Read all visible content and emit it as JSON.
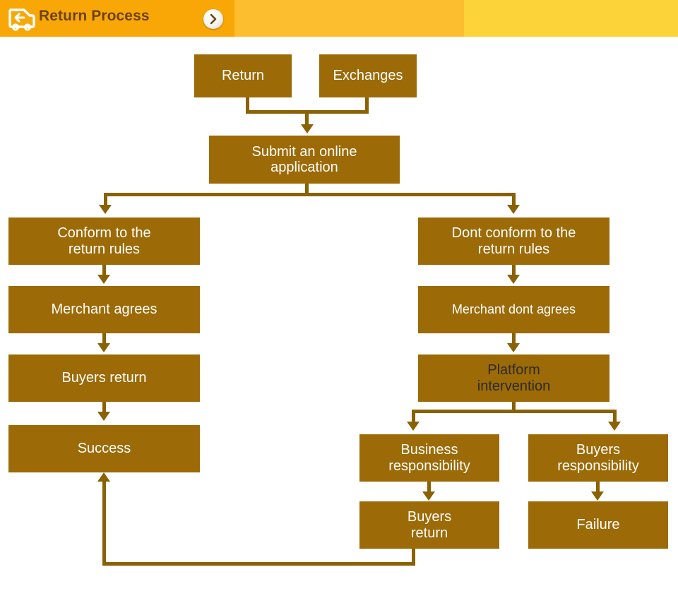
{
  "header": {
    "title": "Return Process",
    "icon": "return-truck-icon",
    "next_button_icon": "chevron-right-icon",
    "bands": [
      "#F9A707",
      "#FCBE2E",
      "#FCD338"
    ],
    "title_color": "#6B4411"
  },
  "theme": {
    "node_fill": "#9C6A06",
    "node_text": "#FFFFFF",
    "node_text_alt": "#2B2B22",
    "connector": "#8A6105",
    "background": "#FFFFFF"
  },
  "diagram": {
    "type": "flowchart",
    "title": "Return Process",
    "nodes": [
      {
        "id": "return",
        "label": "Return"
      },
      {
        "id": "exchanges",
        "label": "Exchanges"
      },
      {
        "id": "submit",
        "label": "Submit an online\napplication"
      },
      {
        "id": "conform",
        "label": "Conform to the\nreturn rules"
      },
      {
        "id": "merchant_ok",
        "label": "Merchant agrees"
      },
      {
        "id": "buyers_ret_l",
        "label": "Buyers return"
      },
      {
        "id": "success",
        "label": "Success"
      },
      {
        "id": "not_conform",
        "label": "Dont conform to the\nreturn rules"
      },
      {
        "id": "merchant_no",
        "label": "Merchant dont agrees"
      },
      {
        "id": "platform",
        "label": "Platform\nintervention"
      },
      {
        "id": "biz_resp",
        "label": "Business\nresponsibility"
      },
      {
        "id": "buyer_resp",
        "label": "Buyers\nresponsibility"
      },
      {
        "id": "buyers_ret_r",
        "label": "Buyers\nreturn"
      },
      {
        "id": "failure",
        "label": "Failure"
      }
    ],
    "edges": [
      {
        "from": "return",
        "to": "submit"
      },
      {
        "from": "exchanges",
        "to": "submit"
      },
      {
        "from": "submit",
        "to": "conform"
      },
      {
        "from": "submit",
        "to": "not_conform"
      },
      {
        "from": "conform",
        "to": "merchant_ok"
      },
      {
        "from": "merchant_ok",
        "to": "buyers_ret_l"
      },
      {
        "from": "buyers_ret_l",
        "to": "success"
      },
      {
        "from": "not_conform",
        "to": "merchant_no"
      },
      {
        "from": "merchant_no",
        "to": "platform"
      },
      {
        "from": "platform",
        "to": "biz_resp"
      },
      {
        "from": "platform",
        "to": "buyer_resp"
      },
      {
        "from": "biz_resp",
        "to": "buyers_ret_r"
      },
      {
        "from": "buyer_resp",
        "to": "failure"
      },
      {
        "from": "buyers_ret_r",
        "to": "success"
      }
    ]
  }
}
